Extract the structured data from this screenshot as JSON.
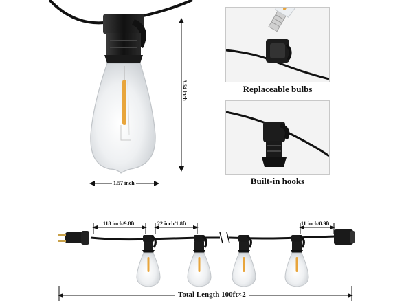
{
  "main_bulb": {
    "height_label": "3.54 inch",
    "width_label": "1.57 inch"
  },
  "features": [
    {
      "caption": "Replaceable bulbs"
    },
    {
      "caption": "Built-in hooks"
    }
  ],
  "string_diagram": {
    "segment_labels": [
      "118 inch/9.8ft",
      "22 inch/1.8ft",
      "11 inch/0.9ft"
    ],
    "total_length": "Total Length 100ft×2"
  },
  "colors": {
    "cable": "#111111",
    "socket": "#1a1a1a",
    "glass": "#e9ecef",
    "filament": "#e8a53c",
    "panel_bg": "#f3f3f3"
  }
}
